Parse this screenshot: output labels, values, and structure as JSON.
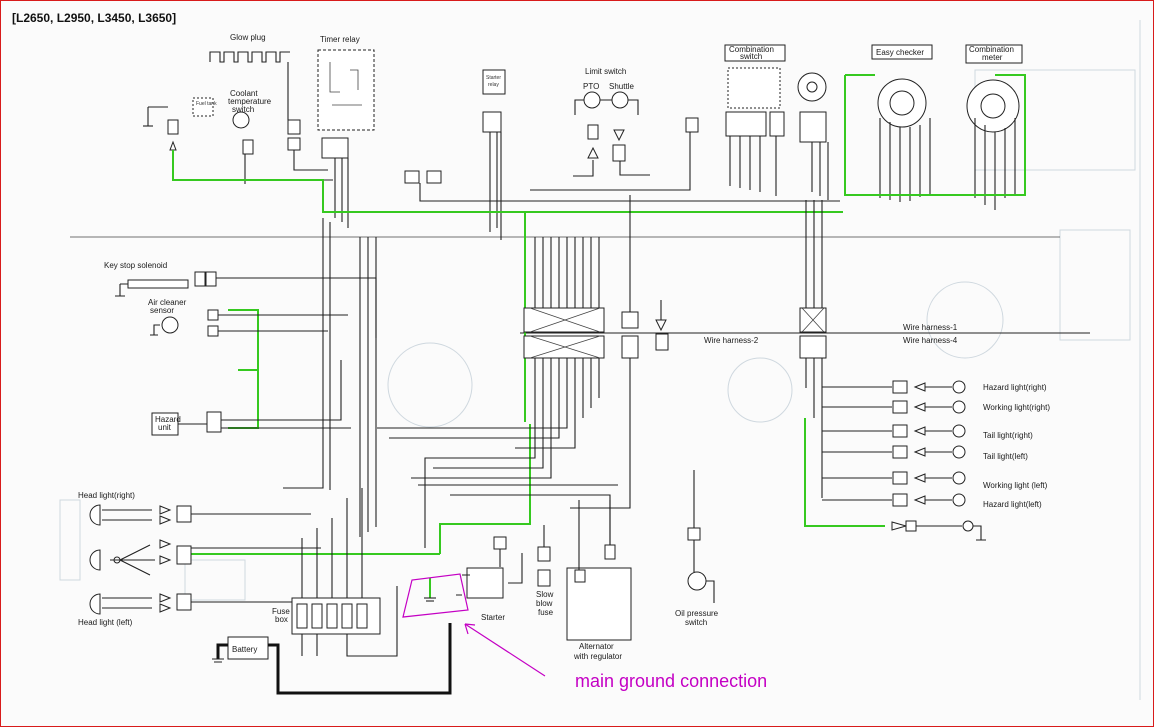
{
  "header": {
    "models": "[L2650, L2950, L3450, L3650]"
  },
  "labels": {
    "glow_plug": "Glow plug",
    "timer_relay": "Timer relay",
    "fuel_tank": "Fuel tank",
    "coolant_line1": "Coolant",
    "coolant_line2": "temperature",
    "coolant_line3": "switch",
    "starter_relay_line1": "Starter",
    "starter_relay_line2": "relay",
    "limit_switch": "Limit switch",
    "pto": "PTO",
    "shuttle": "Shuttle",
    "combination_switch_line1": "Combination",
    "combination_switch_line2": "switch",
    "easy_checker": "Easy checker",
    "combination_meter_line1": "Combination",
    "combination_meter_line2": "meter",
    "key_stop_solenoid": "Key stop solenoid",
    "air_cleaner_line1": "Air cleaner",
    "air_cleaner_line2": "sensor",
    "hazard_unit_line1": "Hazard",
    "hazard_unit_line2": "unit",
    "wire_harness_2": "Wire harness-2",
    "wire_harness_1": "Wire harness-1",
    "wire_harness_4": "Wire harness-4",
    "hazard_light_right": "Hazard light(right)",
    "working_light_right": "Working light(right)",
    "tail_light_right": "Tail light(right)",
    "tail_light_left": "Tail light(left)",
    "working_light_left": "Working light (left)",
    "hazard_light_left": "Hazard light(left)",
    "head_light_right": "Head light(right)",
    "head_light_left": "Head light (left)",
    "fuse_line1": "Fuse",
    "fuse_line2": "box",
    "battery": "Battery",
    "starter": "Starter",
    "slow_blow_line1": "Slow",
    "slow_blow_line2": "blow",
    "slow_blow_line3": "fuse",
    "alternator_line1": "Alternator",
    "alternator_line2": "with regulator",
    "oil_pressure_line1": "Oil pressure",
    "oil_pressure_line2": "switch"
  },
  "annotation": {
    "text": "main ground connection",
    "color": "#c400c4"
  },
  "colors": {
    "ground_wire": "#36c920",
    "wiring": "#222222",
    "frame": "#d81b1b"
  }
}
